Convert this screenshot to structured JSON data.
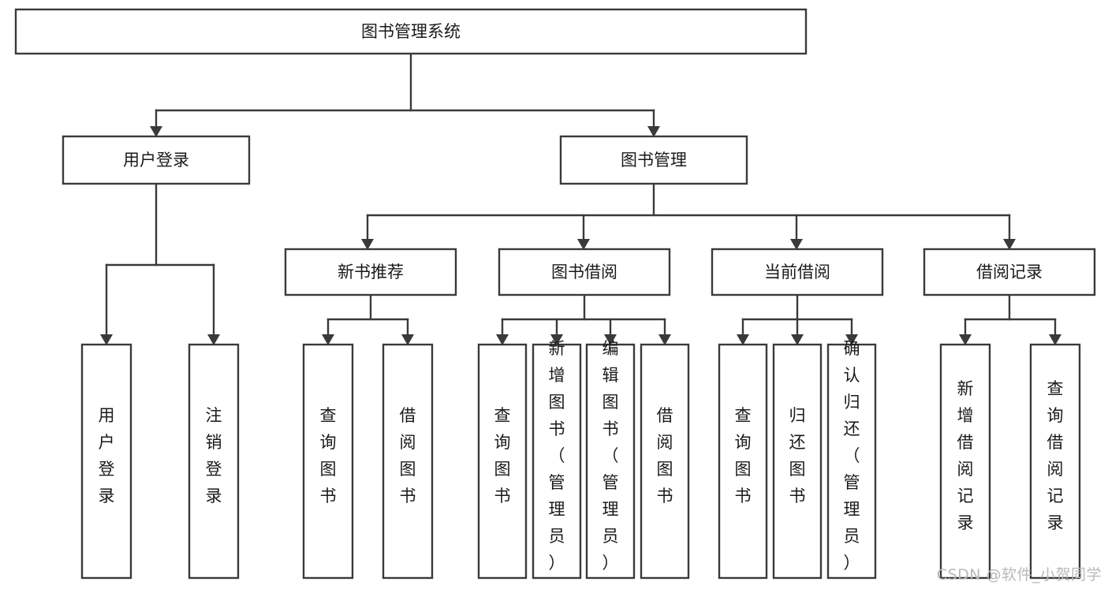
{
  "diagram": {
    "title": "图书管理系统",
    "type": "tree-hierarchy-diagram",
    "watermark": "CSDN @软件_小贺同学",
    "colors": {
      "stroke": "#3a3a3a",
      "fill": "#ffffff",
      "text": "#1a1a1a",
      "watermark": "#b9b9b9"
    },
    "root": {
      "label": "图书管理系统"
    },
    "level2": [
      {
        "id": "user-login",
        "label": "用户登录"
      },
      {
        "id": "book-management",
        "label": "图书管理"
      }
    ],
    "level3": [
      {
        "id": "new-book-recommend",
        "label": "新书推荐",
        "parent": "book-management"
      },
      {
        "id": "book-borrow",
        "label": "图书借阅",
        "parent": "book-management"
      },
      {
        "id": "current-borrow",
        "label": "当前借阅",
        "parent": "book-management"
      },
      {
        "id": "borrow-record",
        "label": "借阅记录",
        "parent": "book-management"
      }
    ],
    "leaves": {
      "user-login": [
        {
          "id": "leaf-user-login",
          "label": "用户登录"
        },
        {
          "id": "leaf-user-logout",
          "label": "注销登录"
        }
      ],
      "new-book-recommend": [
        {
          "id": "leaf-query-book-1",
          "label": "查询图书"
        },
        {
          "id": "leaf-borrow-book-1",
          "label": "借阅图书"
        }
      ],
      "book-borrow": [
        {
          "id": "leaf-query-book-2",
          "label": "查询图书"
        },
        {
          "id": "leaf-add-book",
          "label": "新增图书（管理员）"
        },
        {
          "id": "leaf-edit-book",
          "label": "编辑图书（管理员）"
        },
        {
          "id": "leaf-borrow-book-2",
          "label": "借阅图书"
        }
      ],
      "current-borrow": [
        {
          "id": "leaf-query-book-3",
          "label": "查询图书"
        },
        {
          "id": "leaf-return-book",
          "label": "归还图书"
        },
        {
          "id": "leaf-confirm-return",
          "label": "确认归还（管理员）"
        }
      ],
      "borrow-record": [
        {
          "id": "leaf-add-record",
          "label": "新增借阅记录"
        },
        {
          "id": "leaf-query-record",
          "label": "查询借阅记录"
        }
      ]
    }
  }
}
